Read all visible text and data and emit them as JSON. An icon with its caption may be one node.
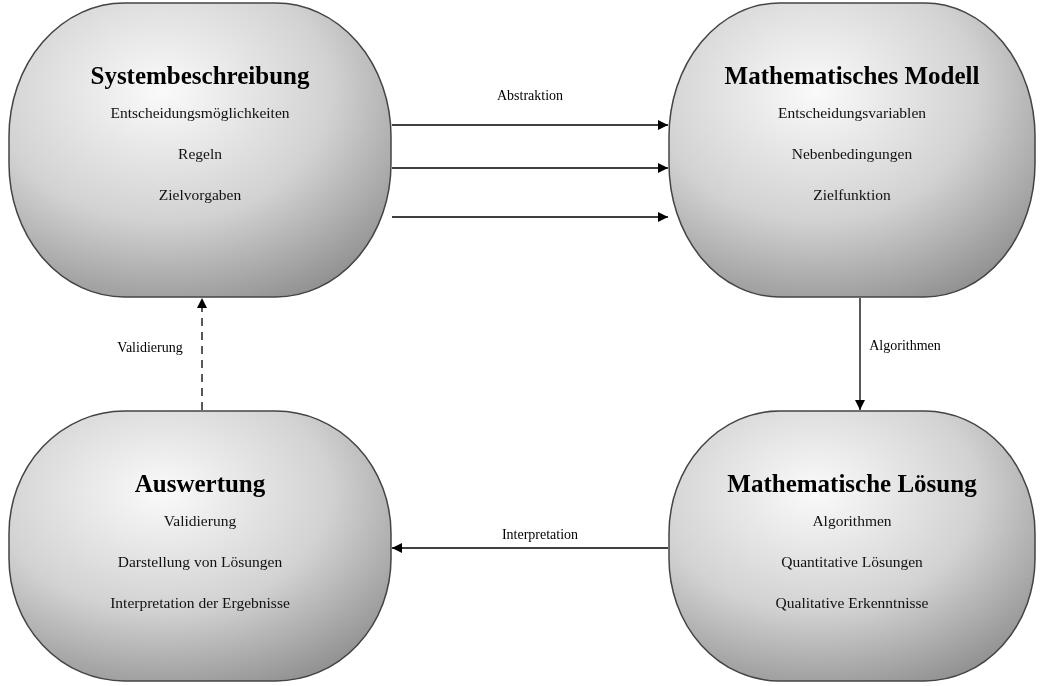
{
  "diagram": {
    "nodes": [
      {
        "text": [
          "Systembeschreibung",
          "Entscheidungsmöglichkeiten",
          "Regeln",
          "Zielvorgaben"
        ]
      },
      {
        "text": [
          "Mathematisches Modell",
          "Entscheidungsvariablen",
          "Nebenbedingungen",
          "Zielfunktion"
        ]
      },
      {
        "text": [
          "Auswertung",
          "Validierung",
          "Darstellung von Lösungen",
          "Interpretation der Ergebnisse"
        ]
      },
      {
        "text": [
          "Mathematische Lösung",
          "Algorithmen",
          "Quantitative Lösungen",
          "Qualitative Erkenntnisse"
        ]
      }
    ],
    "edges": [
      {
        "from": 0,
        "to": 1,
        "arrow": "to",
        "label": "Abstraktion"
      },
      {
        "from": 0,
        "to": 1,
        "arrow": "to"
      },
      {
        "from": 0,
        "to": 1,
        "arrow": "to"
      },
      {
        "from": 1,
        "to": 3,
        "arrow": "to",
        "label": "Algorithmen"
      },
      {
        "from": 3,
        "to": 2,
        "arrow": "to",
        "label": "Interpretation"
      },
      {
        "from": 2,
        "to": 0,
        "arrow": "to",
        "label": "Validierung",
        "style": "dashed"
      }
    ]
  }
}
